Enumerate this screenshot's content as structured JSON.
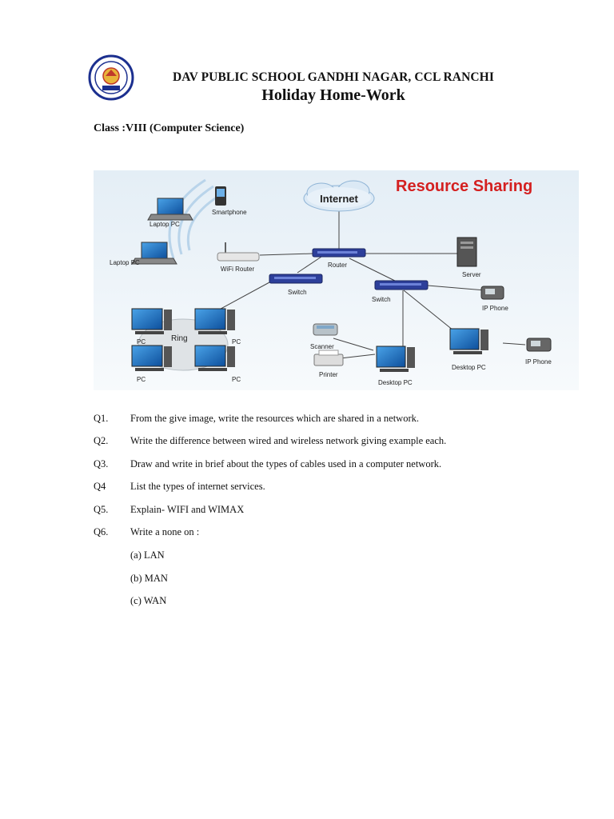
{
  "header": {
    "school_name": "DAV PUBLIC SCHOOL GANDHI NAGAR, CCL RANCHI",
    "title": "Holiday Home-Work",
    "class_line": "Class :VIII (Computer Science)"
  },
  "logo": {
    "icon": "school-crest-icon",
    "colors": {
      "ring": "#1b2f8f",
      "center": "#e8b33a"
    }
  },
  "diagram": {
    "heading": "Resource Sharing",
    "heading_color": "#d42020",
    "background": "#eef4f8",
    "labels": {
      "internet": "Internet",
      "laptop1": "Laptop PC",
      "laptop2": "Laptop PC",
      "smartphone": "Smartphone",
      "wifi_router": "WiFi Router",
      "router": "Router",
      "server": "Server",
      "switch1": "Switch",
      "switch2": "Switch",
      "ip_phone1": "IP Phone",
      "ip_phone2": "IP Phone",
      "ring": "Ring",
      "pc1": "PC",
      "pc2": "PC",
      "pc3": "PC",
      "pc4": "PC",
      "scanner": "Scanner",
      "printer": "Printer",
      "desktop1": "Desktop PC",
      "desktop2": "Desktop PC"
    }
  },
  "questions": [
    {
      "num": "Q1.",
      "text": "From the give image, write the resources which are  shared in a network."
    },
    {
      "num": "Q2.",
      "text": "Write the difference between wired and wireless network giving example each."
    },
    {
      "num": "Q3.",
      "text": "Draw and write in brief about the types of cables used in a computer network."
    },
    {
      "num": "Q4",
      "text": "List the types of internet services."
    },
    {
      "num": "Q5.",
      "text": "Explain- WIFI and WIMAX"
    },
    {
      "num": "Q6.",
      "text": "Write a none on :"
    }
  ],
  "subitems": [
    "(a) LAN",
    "(b) MAN",
    "(c) WAN"
  ]
}
